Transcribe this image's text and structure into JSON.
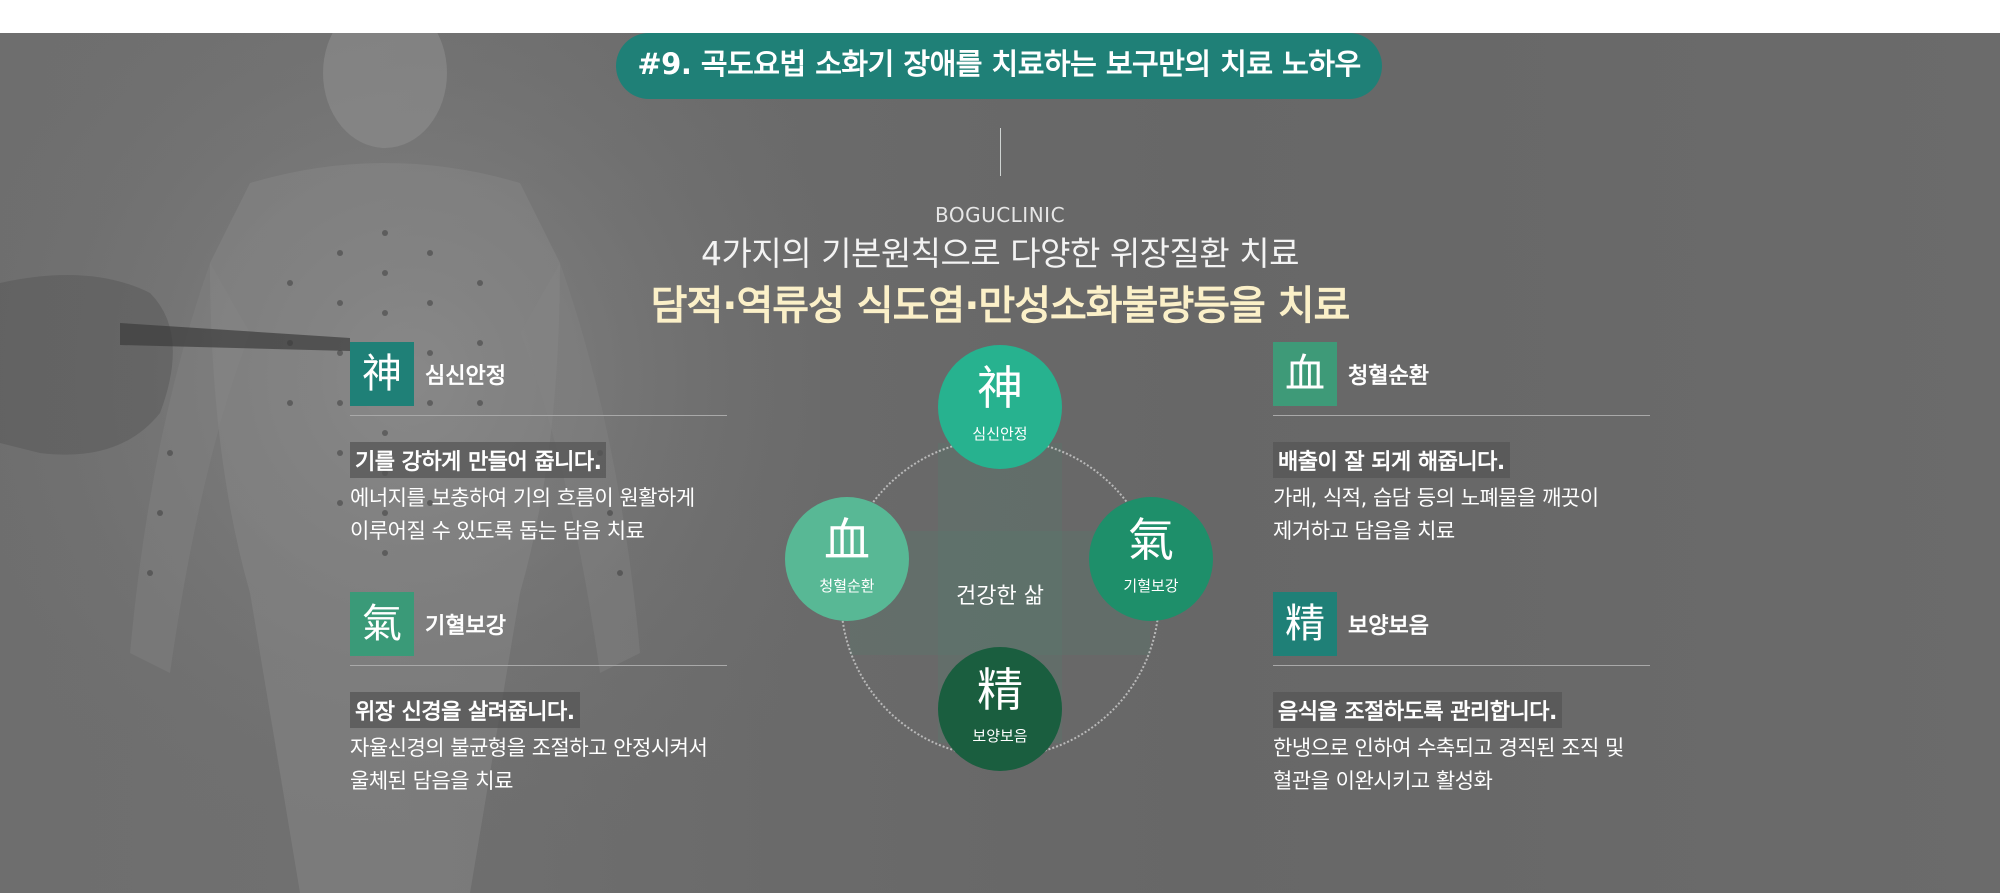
{
  "banner": {
    "title": "#9. 곡도요법 소화기 장애를 치료하는 보구만의 치료 노하우"
  },
  "intro": {
    "brand": "BOGUCLINIC",
    "subtitle": "4가지의 기본원칙으로 다양한 위장질환 치료",
    "headline": "담적·역류성 식도염·만성소화불량등을 치료"
  },
  "colors": {
    "pill": "#1f8077",
    "headline": "#fbf0c8",
    "circle_top": "#27b28f",
    "circle_left": "#58b895",
    "circle_right": "#1e8f6a",
    "circle_bottom": "#1a5e3f",
    "box_shen": "#1f8077",
    "box_qi": "#3a9a78",
    "box_xue": "#3e9a78",
    "box_jing": "#1f8077"
  },
  "items": {
    "shen": {
      "icon": "神",
      "icon_name": "shen-spirit-icon",
      "title": "심신안정",
      "lead": "기를 강하게 만들어 줍니다.",
      "desc_line1": "에너지를 보충하여 기의 흐름이 원활하게",
      "desc_line2": "이루어질 수 있도록 돕는 담음 치료"
    },
    "qi": {
      "icon": "氣",
      "icon_name": "qi-energy-icon",
      "title": "기혈보강",
      "lead": "위장 신경을 살려줍니다.",
      "desc_line1": "자율신경의 불균형을 조절하고 안정시켜서",
      "desc_line2": "울체된 담음을 치료"
    },
    "xue": {
      "icon": "血",
      "icon_name": "xue-blood-icon",
      "title": "청혈순환",
      "lead": "배출이 잘 되게  해줍니다.",
      "desc_line1": "가래, 식적, 습담 등의 노폐물을 깨끗이",
      "desc_line2": "제거하고 담음을 치료"
    },
    "jing": {
      "icon": "精",
      "icon_name": "jing-essence-icon",
      "title": "보양보음",
      "lead": "음식을 조절하도록 관리합니다.",
      "desc_line1": "한냉으로 인하여 수축되고 경직된 조직 및",
      "desc_line2": "혈관을 이완시키고 활성화"
    }
  },
  "diagram": {
    "center": "건강한 삶",
    "top": {
      "hanja": "神",
      "label": "심신안정"
    },
    "left": {
      "hanja": "血",
      "label": "청혈순환"
    },
    "right": {
      "hanja": "氣",
      "label": "기혈보강"
    },
    "bottom": {
      "hanja": "精",
      "label": "보양보음"
    }
  }
}
